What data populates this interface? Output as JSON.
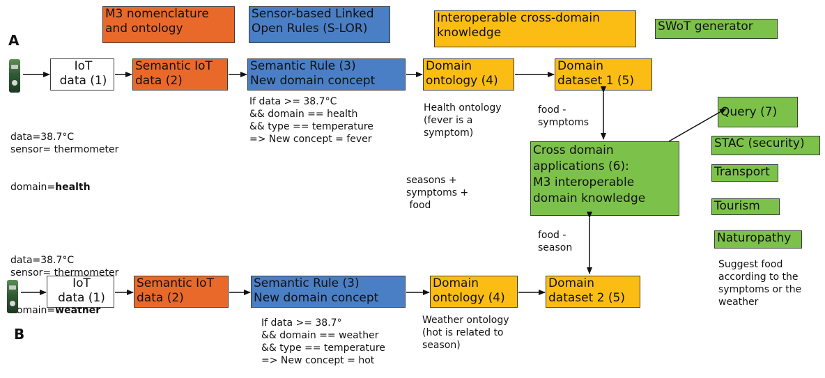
{
  "legend": {
    "m3": "M3 nomenclature\nand ontology",
    "slor": "Sensor-based Linked\nOpen Rules (S-LOR)",
    "interop": "Interoperable cross-domain\nknowledge",
    "swot": "SWoT generator"
  },
  "labels": {
    "a": "A",
    "b": "B"
  },
  "row_a": {
    "iot": "IoT\ndata (1)",
    "semantic_iot": "Semantic IoT\ndata (2)",
    "semantic_rule": "Semantic Rule (3)\nNew domain concept",
    "domain_ontology": "Domain\nontology (4)",
    "domain_dataset": "Domain\ndataset 1 (5)",
    "sensor_data": "data=38.7°C\nsensor= thermometer",
    "domain_prefix": "domain=",
    "domain_value": "health",
    "rule_text": "If data >= 38.7°C\n&& domain == health\n&& type == temperature\n=> New concept = fever",
    "ontology_text": "Health ontology\n(fever is a\nsymptom)",
    "link": "food -\nsymptoms"
  },
  "row_b": {
    "iot": "IoT\ndata (1)",
    "semantic_iot": "Semantic IoT\ndata (2)",
    "semantic_rule": "Semantic Rule (3)\nNew domain concept",
    "domain_ontology": "Domain\nontology (4)",
    "domain_dataset": "Domain\ndataset 2 (5)",
    "sensor_data": "data=38.7°C\nsensor= thermometer",
    "domain_prefix": "domain=",
    "domain_value": "weather",
    "rule_text": "If data >= 38.7°\n&& domain == weather\n&& type == temperature\n=> New concept = hot",
    "ontology_text": "Weather ontology\n(hot is related to\nseason)",
    "link": "food -\nseason"
  },
  "center": {
    "note": "seasons +\nsymptoms +\n food",
    "cross_domain": "Cross domain\napplications (6):\nM3 interoperable\ndomain knowledge",
    "query": "Query (7)"
  },
  "apps": {
    "stac": "STAC (security)",
    "transport": "Transport",
    "tourism": "Tourism",
    "naturopathy": "Naturopathy",
    "naturopathy_note": "Suggest food\naccording to the\nsymptoms or the\nweather"
  },
  "colors": {
    "orange": "#e8692a",
    "blue": "#4a7fc6",
    "yellow": "#fbbd14",
    "green": "#7cc24a"
  }
}
